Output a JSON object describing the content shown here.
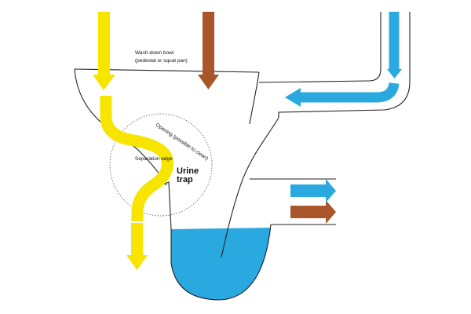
{
  "labels": {
    "bowl_title": "Wash-down bowl",
    "bowl_subtitle": "(pedestal or squat pan)",
    "opening": "Opening (possible to clean)",
    "separation_edge": "Separation edge",
    "urine_trap_line1": "Urine",
    "urine_trap_line2": "trap"
  },
  "colors": {
    "urine": "#f7e400",
    "feces": "#a8562a",
    "water": "#2aa8e0",
    "outline": "#222222"
  }
}
